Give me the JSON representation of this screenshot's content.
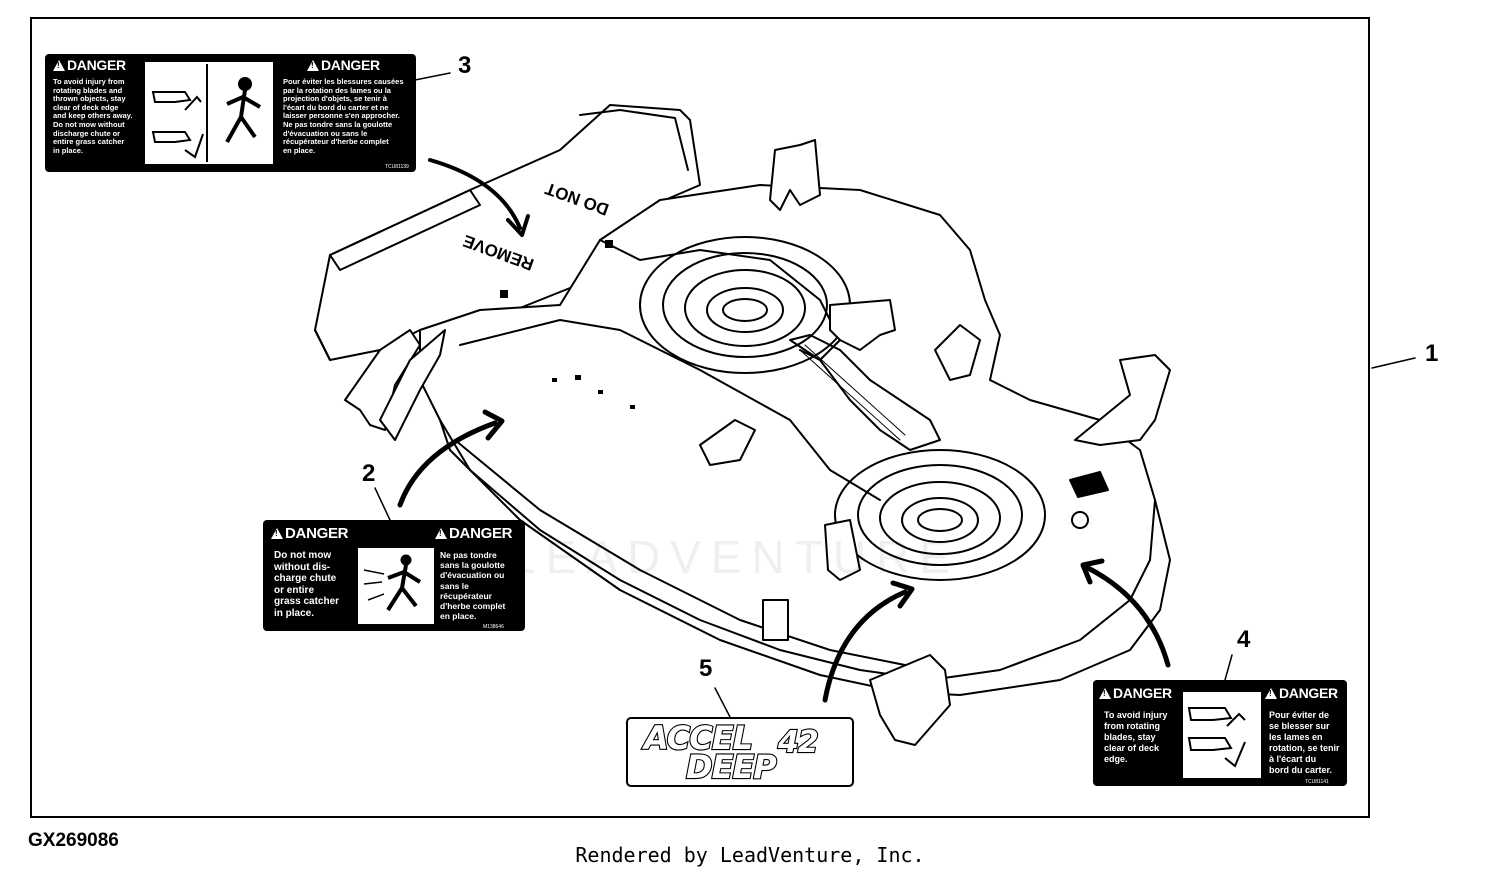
{
  "figure_id": "GX269086",
  "footer": "Rendered by LeadVenture, Inc.",
  "watermark": "LEADVENTURE",
  "callouts": [
    "1",
    "2",
    "3",
    "4",
    "5"
  ],
  "deck_text": {
    "do_not": "DO NOT",
    "remove": "REMOVE"
  },
  "label3": {
    "left_heading": "DANGER",
    "left_text": "To avoid injury from\nrotating blades and\nthrown objects, stay\nclear of deck edge\nand keep others away.\nDo not mow without\ndischarge chute or\nentire grass catcher\nin place.",
    "right_heading": "DANGER",
    "right_text": "Pour éviter les blessures causées\npar la rotation des lames ou la\nprojection d'objets, se tenir à\nl'écart du bord du carter et ne\nlaisser personne s'en approcher.\nNe pas tondre sans la goulotte\nd'évacuation ou sans le\nrécupérateur d'herbe complet\nen place.",
    "code": "TCU81139"
  },
  "label2": {
    "left_heading": "DANGER",
    "left_text": "Do not mow\nwithout dis-\ncharge chute\nor entire\ngrass catcher\nin place.",
    "right_heading": "DANGER",
    "right_text": "Ne pas tondre\nsans la goulotte\nd'évacuation ou\nsans le\nrécupérateur\nd'herbe complet\nen place.",
    "code": "M138646"
  },
  "label4": {
    "left_heading": "DANGER",
    "left_text": "To avoid injury\nfrom rotating\nblades, stay\nclear of deck\nedge.",
    "right_heading": "DANGER",
    "right_text": "Pour éviter de\nse blesser sur\nles lames en\nrotation, se tenir\nà l'écart du\nbord du carter.",
    "code": "TCU81141"
  },
  "decal5": {
    "line1": "ACCEL",
    "number": "42",
    "line2": "DEEP"
  }
}
